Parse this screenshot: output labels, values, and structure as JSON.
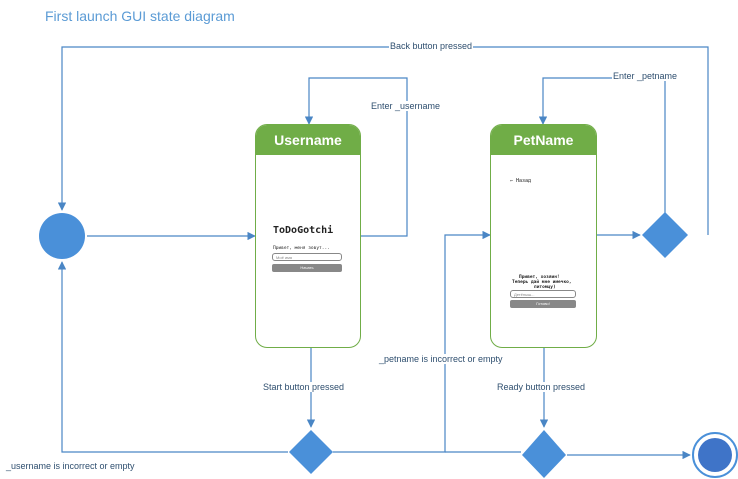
{
  "title": "First launch GUI state diagram",
  "states": {
    "username": {
      "header": "Username",
      "app_name": "ToDoGotchi",
      "prompt": "Привет, меня зовут...",
      "input_placeholder": "Моё имя",
      "button": "Начать"
    },
    "petname": {
      "header": "PetName",
      "back": "← Назад",
      "prompt_line1": "Привет, хозяин!",
      "prompt_line2": "Теперь дай мне имечко,",
      "prompt_line3": "питомцу)",
      "input_placeholder": "Детёныш...",
      "button": "Готово!"
    }
  },
  "transitions": {
    "back_button": "Back button pressed",
    "enter_username": "Enter _username",
    "enter_petname": "Enter _petname",
    "start_button": "Start button pressed",
    "ready_button": "Ready button pressed",
    "petname_incorrect": "_petname is incorrect or empty",
    "username_incorrect": "_username is incorrect or empty"
  },
  "colors": {
    "line": "#4a86c5",
    "node": "#4a90d9",
    "state_header": "#70ad47",
    "title": "#5b9bd5"
  }
}
